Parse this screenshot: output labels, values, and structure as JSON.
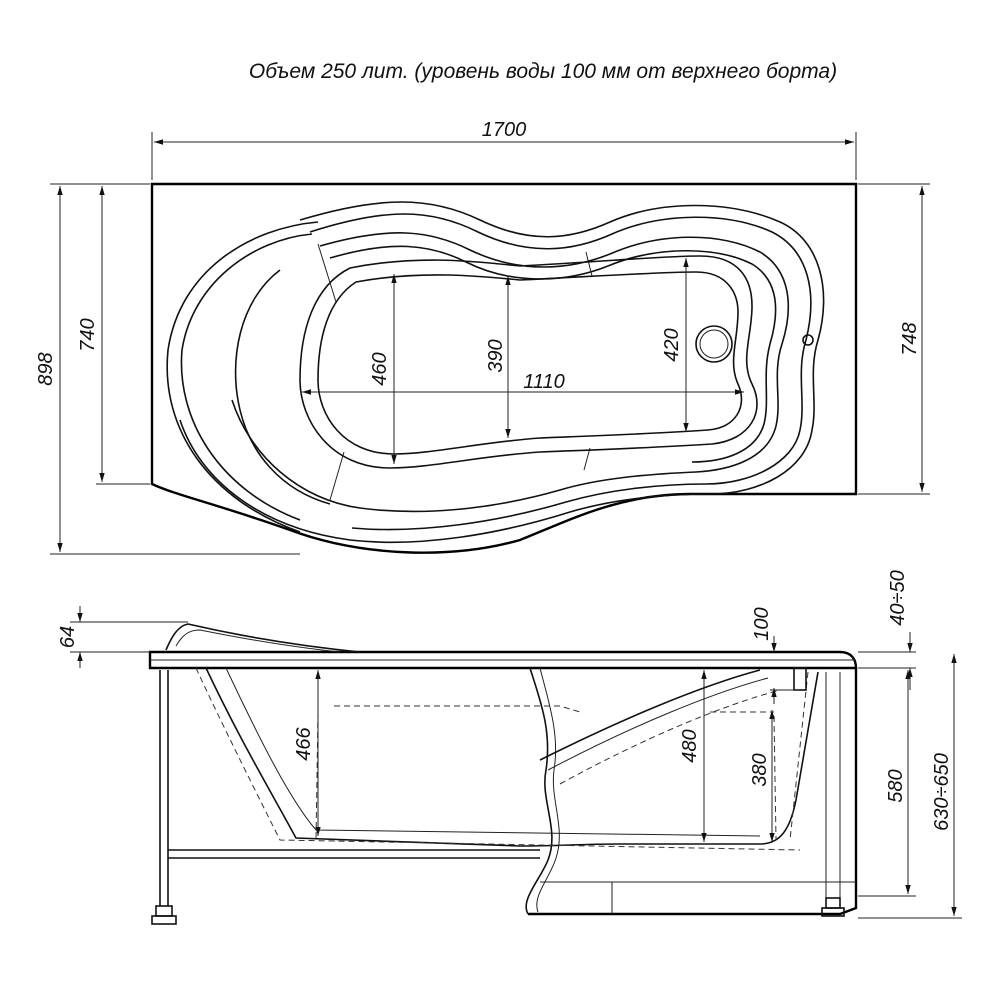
{
  "caption": "Объем 250 лит. (уровень воды 100 мм от верхнего борта)",
  "top_view": {
    "length": "1700",
    "width_left": "898",
    "width_inner_left": "740",
    "width_right": "748",
    "inner_width_a": "460",
    "inner_width_b": "390",
    "inner_width_c": "420",
    "inner_length": "1110"
  },
  "side_view": {
    "rim_height": "64",
    "rim_offset": "40÷50",
    "water_level": "100",
    "depth_left": "466",
    "depth_mid": "480",
    "depth_inner": "380",
    "height_body": "580",
    "height_total": "630÷650"
  }
}
